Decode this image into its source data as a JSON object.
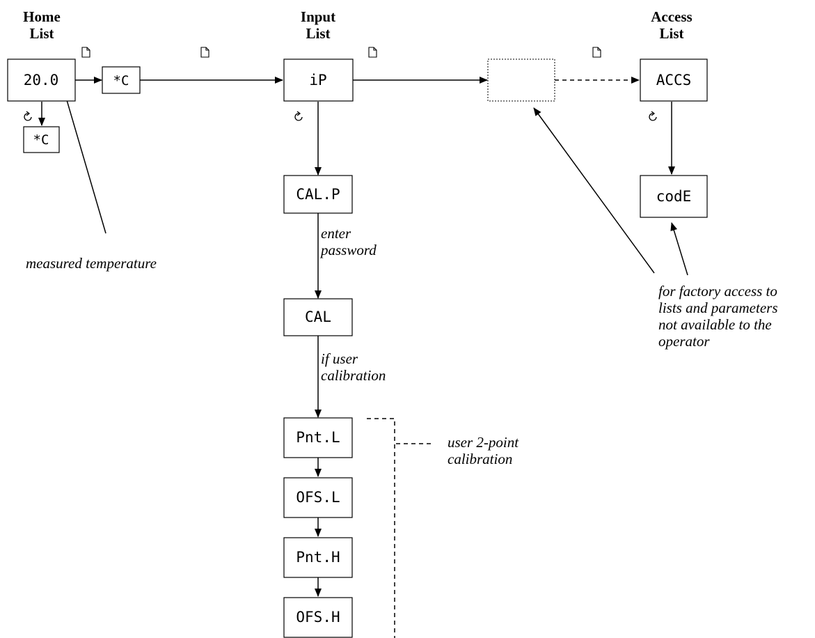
{
  "headers": {
    "home": [
      "Home",
      "List"
    ],
    "input": [
      "Input",
      "List"
    ],
    "access": [
      "Access",
      "List"
    ]
  },
  "boxes": {
    "home_value": "20.0",
    "home_units": "*C",
    "home_sub_units": "*C",
    "input_ip": "iP",
    "cal_p": "CAL.P",
    "cal": "CAL",
    "pnt_l": "Pnt.L",
    "ofs_l": "OFS.L",
    "pnt_h": "Pnt.H",
    "ofs_h": "OFS.H",
    "hidden_list": "",
    "accs": "ACCS",
    "code": "codE"
  },
  "annotations": {
    "measured_temperature": "measured temperature",
    "enter_password": [
      "enter",
      "password"
    ],
    "if_user_calibration": [
      "if user",
      "calibration"
    ],
    "user_2point": [
      "user 2-point",
      "calibration"
    ],
    "factory_access": [
      "for factory access to",
      "lists and parameters",
      "not available to the",
      "operator"
    ]
  },
  "icons": {
    "page_key": "page-icon",
    "scroll_key": "scroll-icon"
  }
}
